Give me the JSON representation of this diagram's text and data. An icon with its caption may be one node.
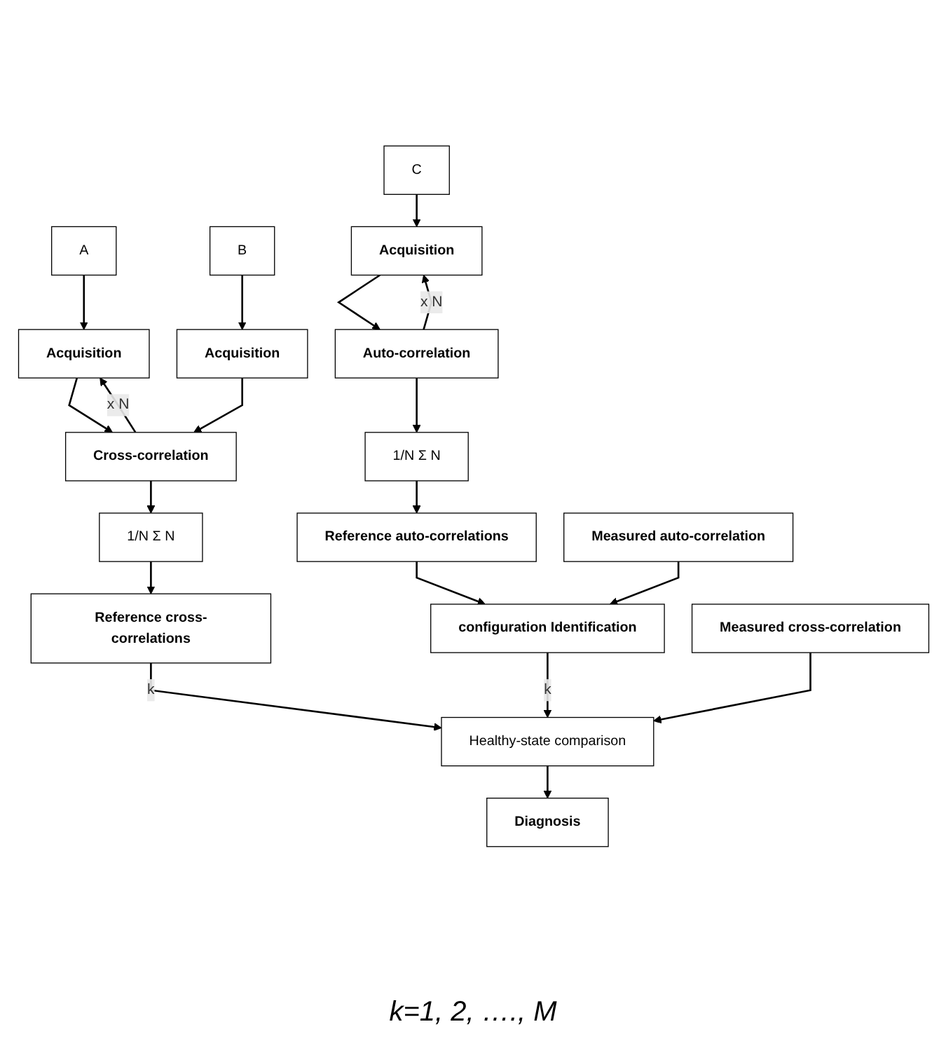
{
  "diagram": {
    "caption": "k=1, 2, …., M",
    "nodes": [
      {
        "text": [
          "A"
        ]
      },
      {
        "text": [
          "B"
        ]
      },
      {
        "text": [
          "C"
        ]
      },
      {
        "text": [
          "Acquisition"
        ]
      },
      {
        "text": [
          "Acquisition"
        ]
      },
      {
        "text": [
          "Cross-correlation"
        ]
      },
      {
        "text": [
          "Acquisition"
        ]
      },
      {
        "text": [
          "Auto-correlation"
        ]
      },
      {
        "text": [
          "1/N Σ N"
        ]
      },
      {
        "text": [
          "1/N Σ N"
        ]
      },
      {
        "text": [
          "Reference cross-correlations"
        ]
      },
      {
        "text": [
          "Reference auto-correlations"
        ]
      },
      {
        "text": [
          "Healthy-state comparison"
        ]
      },
      {
        "text": [
          "configuration Identification"
        ]
      },
      {
        "text": [
          "Diagnosis"
        ]
      },
      {
        "text": [
          "Measured cross-correlation"
        ]
      },
      {
        "text": [
          "Measured auto-correlation"
        ]
      }
    ],
    "edges": [
      {
        "from": 0,
        "to": 3,
        "arrow": "to"
      },
      {
        "from": 1,
        "to": 4,
        "arrow": "to"
      },
      {
        "from": 2,
        "to": 6,
        "arrow": "to"
      },
      {
        "from": 3,
        "to": 5,
        "arrow": "to"
      },
      {
        "from": 4,
        "to": 5,
        "arrow": "to"
      },
      {
        "from": 5,
        "to": 3,
        "arrow": "to",
        "label": "x N"
      },
      {
        "from": 6,
        "to": 7,
        "arrow": "to"
      },
      {
        "from": 7,
        "to": 6,
        "arrow": "to",
        "label": "x N"
      },
      {
        "from": 5,
        "to": 8,
        "arrow": "to"
      },
      {
        "from": 7,
        "to": 9,
        "arrow": "to"
      },
      {
        "from": 8,
        "to": 10,
        "arrow": "to"
      },
      {
        "from": 9,
        "to": 11,
        "arrow": "to"
      },
      {
        "from": 10,
        "to": 12,
        "arrow": "to",
        "label": "k"
      },
      {
        "from": 11,
        "to": 13,
        "arrow": "to"
      },
      {
        "from": 13,
        "to": 12,
        "arrow": "to",
        "label": "k"
      },
      {
        "from": 12,
        "to": 14,
        "arrow": "to"
      },
      {
        "from": 15,
        "to": 12,
        "arrow": "to"
      },
      {
        "from": 16,
        "to": 13,
        "arrow": "to"
      }
    ]
  }
}
